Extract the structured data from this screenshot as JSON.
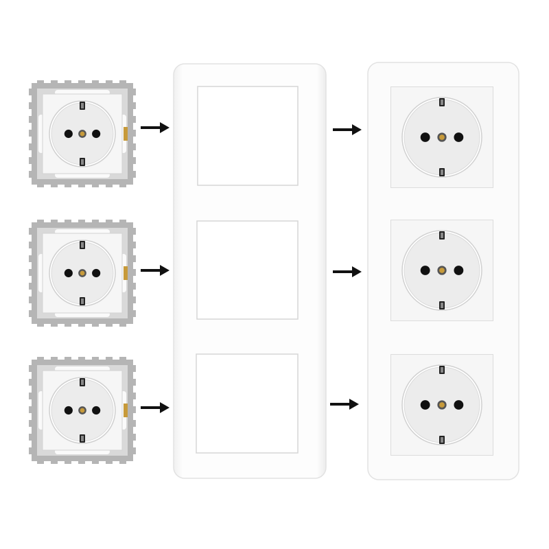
{
  "scene": {
    "modules": [
      {
        "item": "socket-module",
        "row": 1
      },
      {
        "item": "socket-module",
        "row": 2
      },
      {
        "item": "socket-module",
        "row": 3
      }
    ],
    "frame": {
      "item": "triple-frame-plate",
      "openings": 3
    },
    "assembled": {
      "item": "assembled-triple-socket",
      "sockets": 3
    },
    "arrows": 6,
    "icons": [
      "socket-module-icon",
      "arrow-right-icon",
      "frame-plate-icon",
      "assembled-socket-icon"
    ]
  },
  "colors": {
    "background": "#ffffff",
    "plate": "#fbfbfb",
    "plate_edge": "#e2e2e2",
    "mount_frame": "#b5b5b5",
    "socket_face": "#f6f6f6",
    "cup_inner": "#ececec",
    "pin_hole": "#111111",
    "ground_pin": "#c79a3a",
    "arrow": "#111111"
  }
}
